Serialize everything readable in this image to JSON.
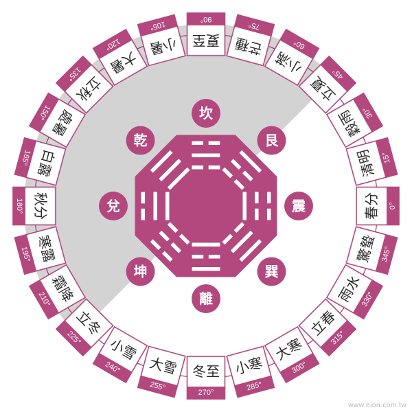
{
  "colors": {
    "accent": "#b3487f",
    "shade": "#d3d3d3",
    "ring_line": "#8a3a6a",
    "label_text": "#ffffff",
    "card_text": "#2b2b2b"
  },
  "center_trigrams": [
    {
      "name": "坎",
      "symbol": "☵"
    },
    {
      "name": "艮",
      "symbol": "☶"
    },
    {
      "name": "震",
      "symbol": "☳"
    },
    {
      "name": "巽",
      "symbol": "☴"
    },
    {
      "name": "離",
      "symbol": "☲"
    },
    {
      "name": "坤",
      "symbol": "☷"
    },
    {
      "name": "兌",
      "symbol": "☱"
    },
    {
      "name": "乾",
      "symbol": "☰"
    }
  ],
  "solar_terms": [
    {
      "deg": "270°",
      "text": "冬至"
    },
    {
      "deg": "285°",
      "text": "小寒"
    },
    {
      "deg": "300°",
      "text": "大寒"
    },
    {
      "deg": "315°",
      "text": "立春"
    },
    {
      "deg": "330°",
      "text": "雨水"
    },
    {
      "deg": "345°",
      "text": "驚蟄"
    },
    {
      "deg": "0°",
      "text": "春分"
    },
    {
      "deg": "15°",
      "text": "清明"
    },
    {
      "deg": "30°",
      "text": "穀雨"
    },
    {
      "deg": "45°",
      "text": "立夏"
    },
    {
      "deg": "60°",
      "text": "小滿"
    },
    {
      "deg": "75°",
      "text": "芒種"
    },
    {
      "deg": "90°",
      "text": "夏至"
    },
    {
      "deg": "105°",
      "text": "小暑"
    },
    {
      "deg": "120°",
      "text": "大暑"
    },
    {
      "deg": "135°",
      "text": "立秋"
    },
    {
      "deg": "150°",
      "text": "處暑"
    },
    {
      "deg": "165°",
      "text": "白露"
    },
    {
      "deg": "180°",
      "text": "秋分"
    },
    {
      "deg": "195°",
      "text": "寒露"
    },
    {
      "deg": "210°",
      "text": "霜降"
    },
    {
      "deg": "225°",
      "text": "立冬"
    },
    {
      "deg": "240°",
      "text": "小雪"
    },
    {
      "deg": "255°",
      "text": "大雪"
    }
  ],
  "shaded_terms": [
    "315°",
    "135°"
  ],
  "footer": "www.eion.com.tw"
}
